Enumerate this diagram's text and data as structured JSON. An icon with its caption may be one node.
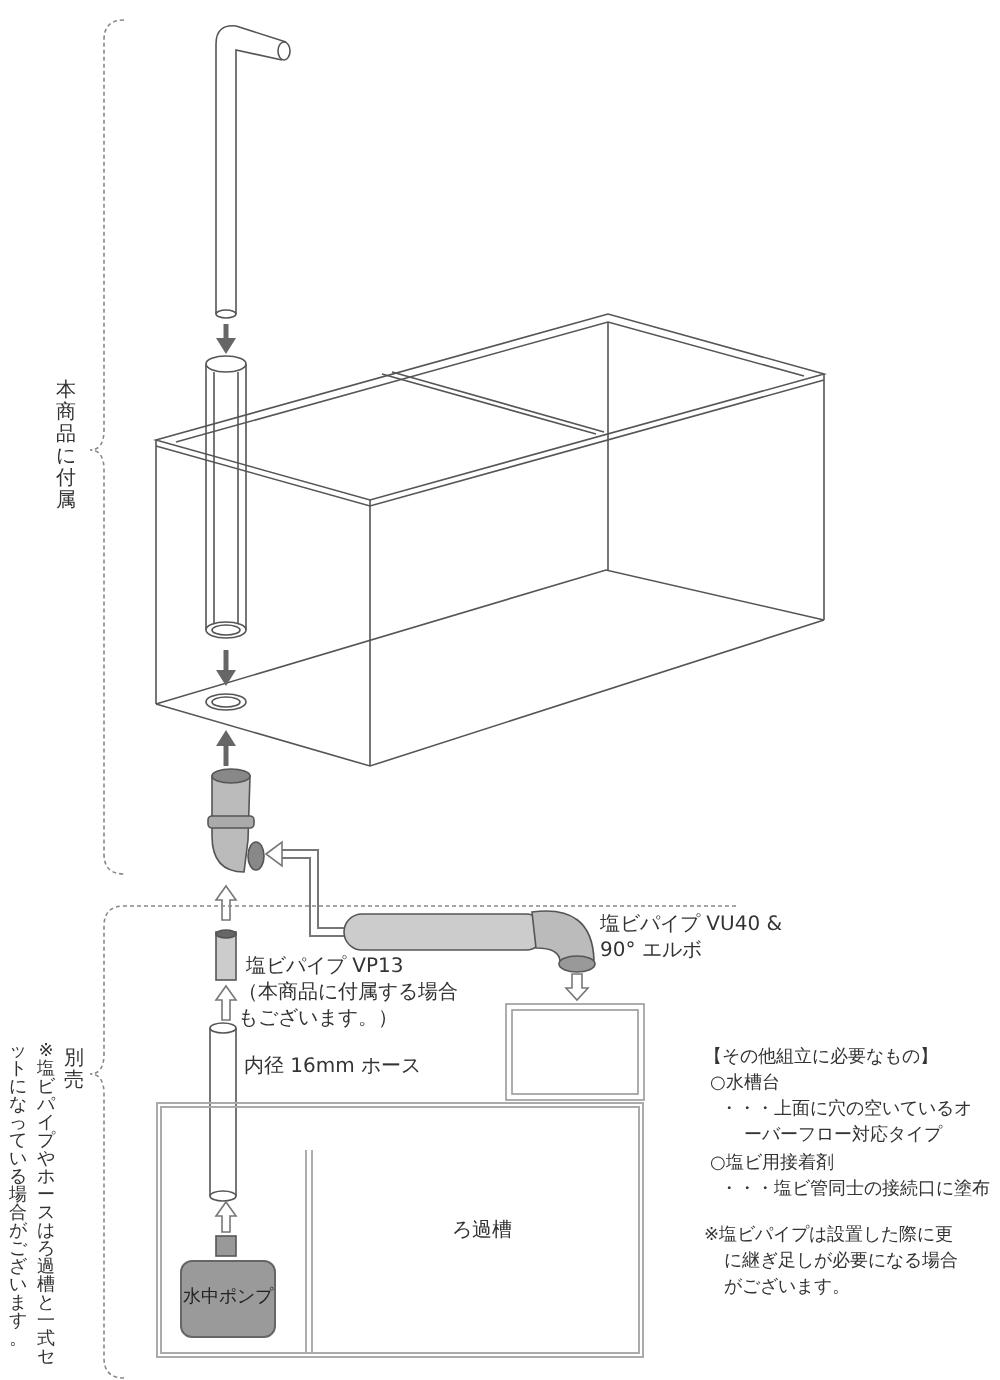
{
  "diagram": {
    "nodes": [
      {
        "text": [
          "ろ過槽"
        ]
      },
      {
        "text": [
          "水中ポンプ"
        ],
        "in": 0
      }
    ],
    "labels": [
      "本商品に付属",
      "別売",
      "※塩ビパイプやホースはろ過槽と一式セットになっている場合がございます。",
      "塩ビパイプ VU40 & 90° エルボ",
      "塩ビパイプ VP13",
      "（本商品に付属する場合もございます。）",
      "内径 16mm ホース",
      "【その他組立に必要なもの】",
      "○水槽台",
      "・・・上面に穴の空いているオーバーフロー対応タイプ",
      "○塩ビ用接着剤",
      "・・・塩ビ管同士の接続口に塗布",
      "※塩ビパイプは設置した際に更に継ぎ足しが必要になる場合がございます。"
    ]
  }
}
